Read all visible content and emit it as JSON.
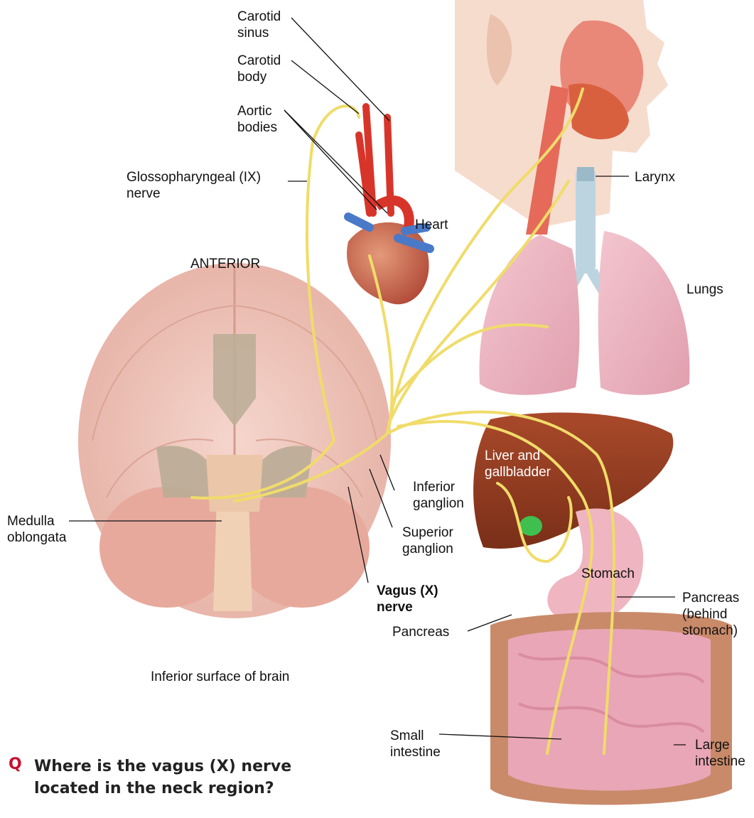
{
  "labels": {
    "carotid_sinus": "Carotid\nsinus",
    "carotid_body": "Carotid\nbody",
    "aortic_bodies": "Aortic\nbodies",
    "glossopharyngeal": "Glossopharyngeal (IX)\nnerve",
    "heart": "Heart",
    "anterior": "ANTERIOR",
    "larynx": "Larynx",
    "lungs": "Lungs",
    "liver": "Liver and\ngallbladder",
    "inferior_ganglion": "Inferior\nganglion",
    "superior_ganglion": "Superior\nganglion",
    "medulla": "Medulla\noblongata",
    "vagus": "Vagus (X)\nnerve",
    "stomach": "Stomach",
    "pancreas_behind": "Pancreas\n(behind\nstomach)",
    "pancreas": "Pancreas",
    "brain_caption": "Inferior surface of brain",
    "small_intestine": "Small\nintestine",
    "large_intestine": "Large\nintestine"
  },
  "question": {
    "marker": "Q",
    "text": "Where is the vagus (X) nerve located in the neck region?"
  },
  "colors": {
    "nerve": "#f0dc6a",
    "brain": "#f1c9bf",
    "heart": "#c95a4a",
    "artery": "#d8352a",
    "vein": "#4a79c8",
    "lung": "#eab2bd",
    "liver": "#8c3a1f",
    "gallbladder": "#3fbf4f",
    "stomach": "#efb5c0",
    "intestine": "#e9a6b6",
    "colon": "#c98a6a",
    "skin": "#f6dccd",
    "trachea": "#bcd4e0",
    "question_mark": "#c8102e"
  }
}
